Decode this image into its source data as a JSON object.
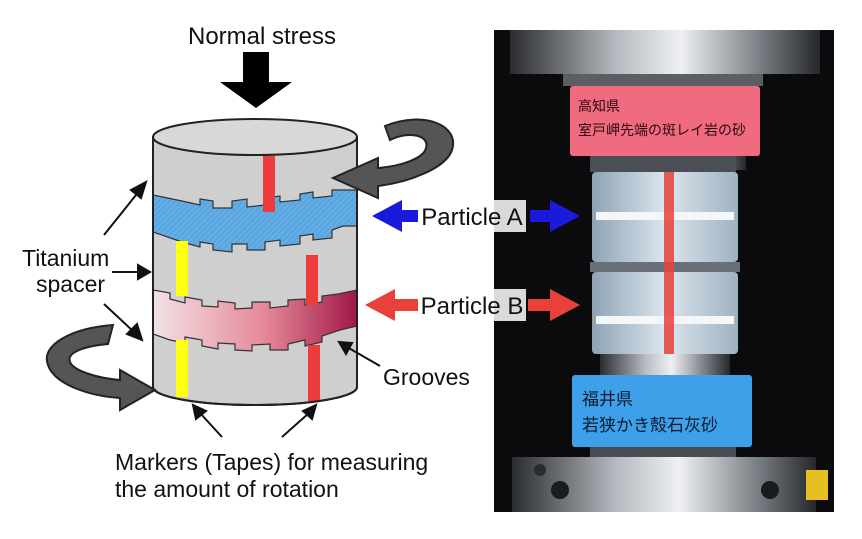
{
  "labels": {
    "normal_stress": "Normal stress",
    "titanium_line1": "Titanium",
    "titanium_line2": "spacer",
    "grooves": "Grooves",
    "markers_line1": "Markers (Tapes) for measuring",
    "markers_line2": "the amount of rotation",
    "particle_a": "Particle A",
    "particle_b": "Particle B"
  },
  "photo_labels": {
    "top_line1": "高知県",
    "top_line2": "室戸岬先端の斑レイ岩の砂",
    "bottom_line1": "福井県",
    "bottom_line2": "若狭かき殻石灰砂"
  },
  "colors": {
    "particle_a": "#1a1adc",
    "particle_b": "#e8413a",
    "marker_red": "#ee3b3b",
    "marker_yellow": "#ffff10",
    "spacer_gray": "#cfcfcf",
    "label_pink": "#f06a80",
    "label_blue": "#3ea0e8"
  },
  "icons": {
    "normal_stress": "down-arrow-icon",
    "rotation": "curved-arrow-icon",
    "particle": "double-arrow-icon"
  }
}
